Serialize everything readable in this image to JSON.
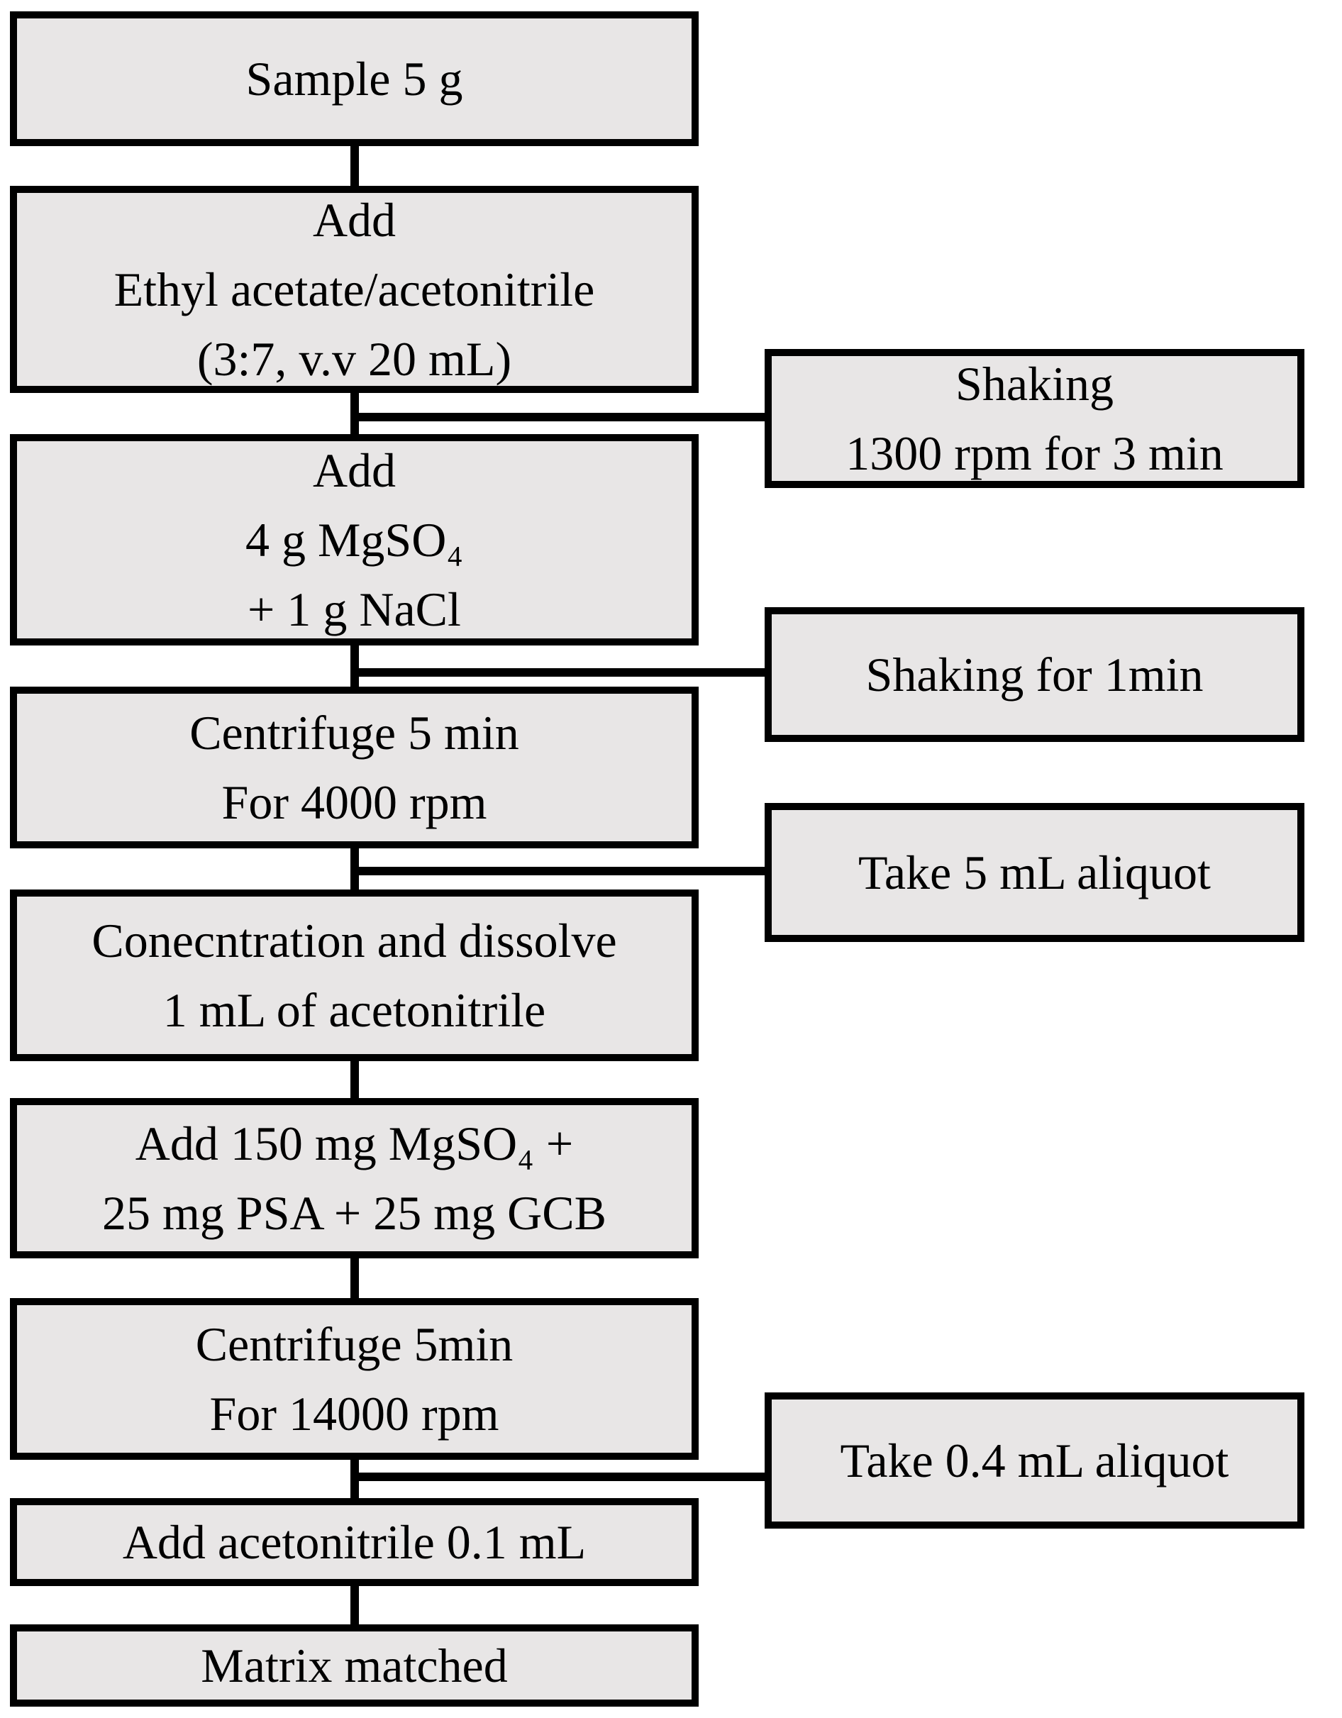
{
  "flowchart": {
    "colors": {
      "box_fill": "#e8e6e6",
      "border": "#000000",
      "background": "#ffffff",
      "text": "#000000"
    },
    "main_steps": [
      {
        "lines": [
          "Sample 5 g"
        ]
      },
      {
        "lines": [
          "Add",
          "Ethyl acetate/acetonitrile",
          "(3:7, v.v 20 mL)"
        ]
      },
      {
        "lines": [
          "Add",
          "4 g MgSO₄",
          "+ 1 g NaCl"
        ]
      },
      {
        "lines": [
          "Centrifuge 5 min",
          "For 4000 rpm"
        ]
      },
      {
        "lines": [
          "Conecntration and dissolve",
          "1 mL of acetonitrile"
        ]
      },
      {
        "lines": [
          "Add 150 mg MgSO₄ +",
          "25 mg PSA + 25 mg GCB"
        ]
      },
      {
        "lines": [
          "Centrifuge 5min",
          "For 14000 rpm"
        ]
      },
      {
        "lines": [
          "Add acetonitrile 0.1 mL"
        ]
      },
      {
        "lines": [
          "Matrix matched"
        ]
      }
    ],
    "side_steps": [
      {
        "lines": [
          "Shaking",
          "1300 rpm for 3 min"
        ]
      },
      {
        "lines": [
          "Shaking for 1min"
        ]
      },
      {
        "lines": [
          "Take 5 mL aliquot"
        ]
      },
      {
        "lines": [
          "Take 0.4 mL aliquot"
        ]
      }
    ]
  }
}
